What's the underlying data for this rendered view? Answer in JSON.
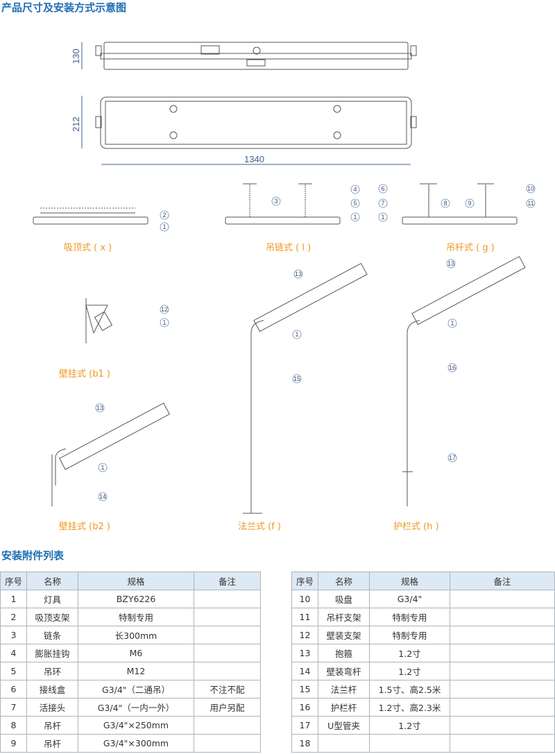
{
  "section1_title": "产品尺寸及安装方式示意图",
  "dimensions": {
    "height": "130",
    "width": "212",
    "length": "1340"
  },
  "methods": [
    {
      "label": "吸顶式 ( x )"
    },
    {
      "label": "吊链式 ( l )"
    },
    {
      "label": "吊杆式 ( g )"
    },
    {
      "label": "壁挂式 (b1 )"
    },
    {
      "label": "壁挂式 (b2 )"
    },
    {
      "label": "法兰式 (f )"
    },
    {
      "label": "护栏式 (h )"
    }
  ],
  "callouts": [
    "1",
    "2",
    "3",
    "4",
    "5",
    "6",
    "7",
    "8",
    "9",
    "10",
    "11",
    "12",
    "13",
    "14",
    "15",
    "16",
    "17"
  ],
  "section2_title": "安装附件列表",
  "table": {
    "headers": [
      "序号",
      "名称",
      "规格",
      "备注"
    ],
    "left_rows": [
      [
        "1",
        "灯具",
        "BZY6226",
        ""
      ],
      [
        "2",
        "吸顶支架",
        "特制专用",
        ""
      ],
      [
        "3",
        "链条",
        "长300mm",
        ""
      ],
      [
        "4",
        "膨胀挂钩",
        "M6",
        ""
      ],
      [
        "5",
        "吊环",
        "M12",
        ""
      ],
      [
        "6",
        "接线盒",
        "G3/4\"（二通吊）",
        "不注不配"
      ],
      [
        "7",
        "活接头",
        "G3/4\"（一内一外）",
        "用户另配"
      ],
      [
        "8",
        "吊杆",
        "G3/4\"×250mm",
        ""
      ],
      [
        "9",
        "吊杆",
        "G3/4\"×300mm",
        ""
      ]
    ],
    "right_rows": [
      [
        "10",
        "吸盘",
        "G3/4\"",
        ""
      ],
      [
        "11",
        "吊杆支架",
        "特制专用",
        ""
      ],
      [
        "12",
        "壁装支架",
        "特制专用",
        ""
      ],
      [
        "13",
        "抱箍",
        "1.2寸",
        ""
      ],
      [
        "14",
        "壁装弯杆",
        "1.2寸",
        ""
      ],
      [
        "15",
        "法兰杆",
        "1.5寸、高2.5米",
        ""
      ],
      [
        "16",
        "护栏杆",
        "1.2寸、高2.3米",
        ""
      ],
      [
        "17",
        "U型管夹",
        "1.2寸",
        ""
      ],
      [
        "18",
        "",
        "",
        " "
      ]
    ]
  }
}
